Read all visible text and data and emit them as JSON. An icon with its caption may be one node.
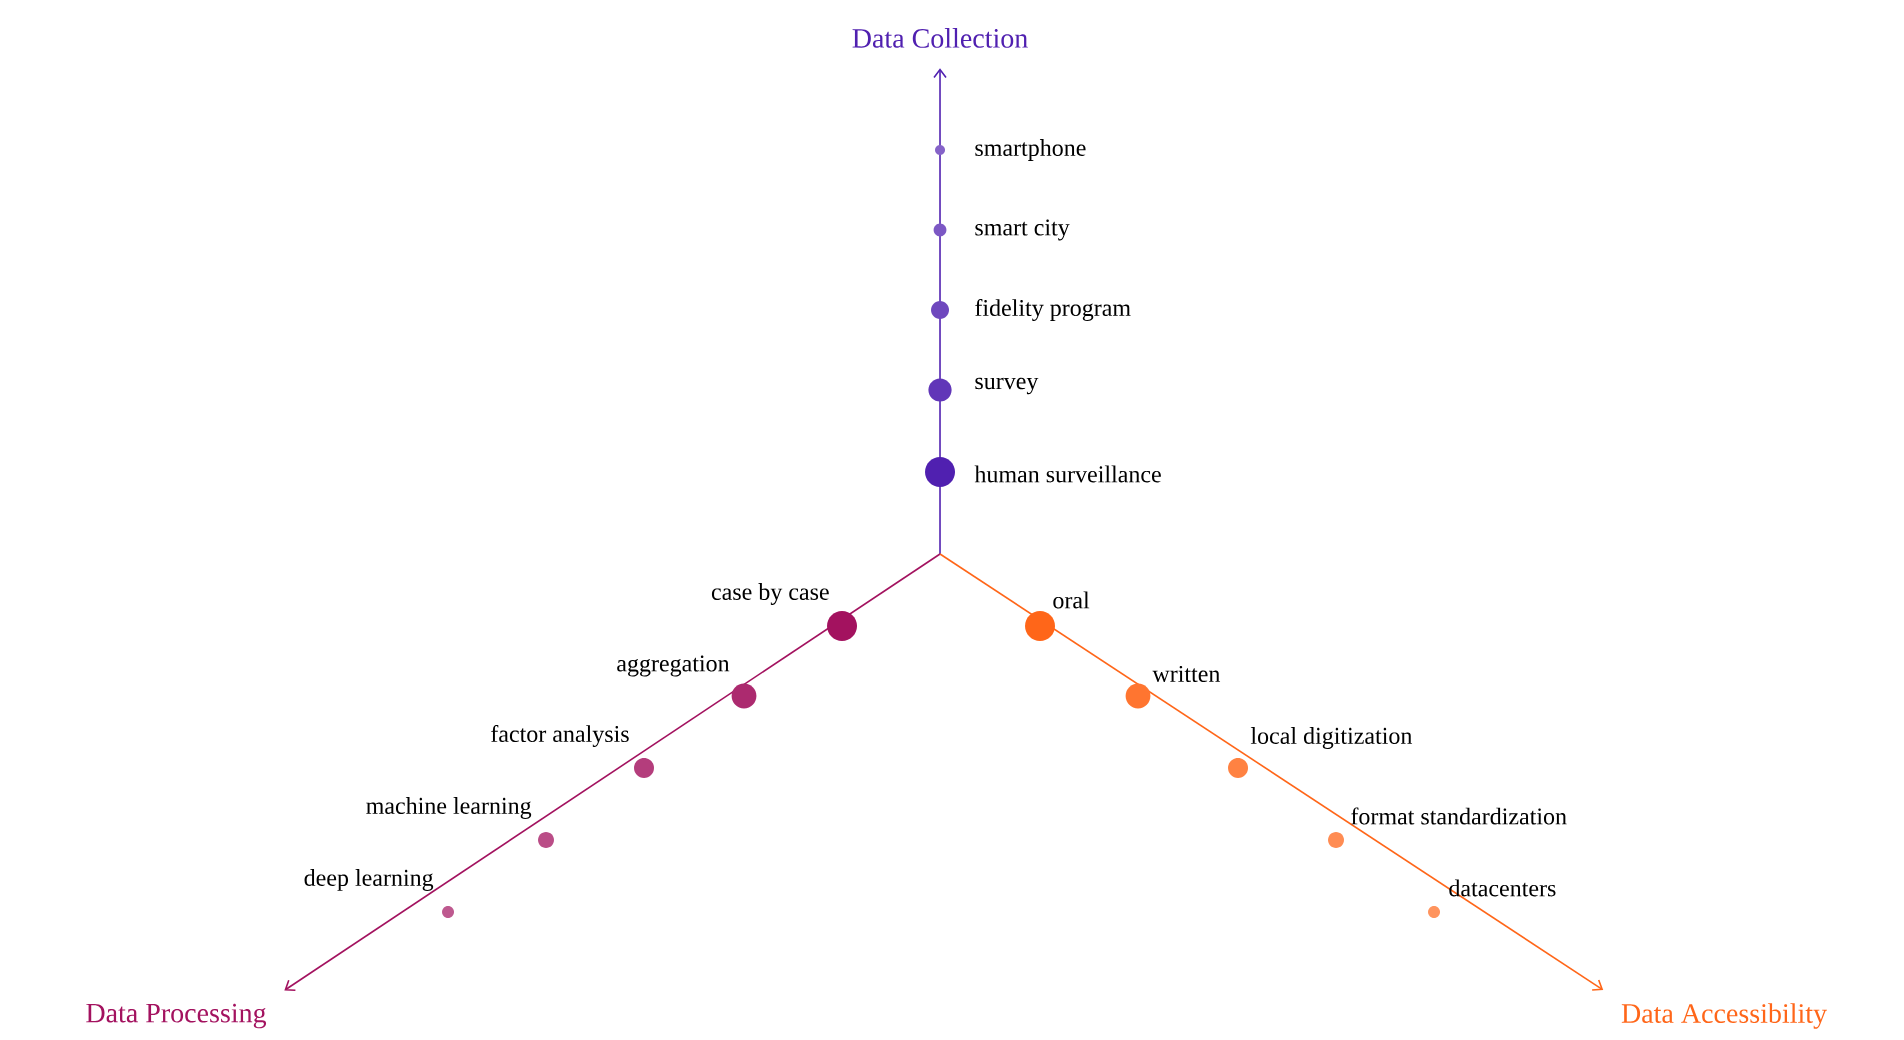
{
  "diagram": {
    "nodes": [
      {
        "text": [
          "Data Collection"
        ]
      },
      {
        "text": [
          "Data Processing"
        ]
      },
      {
        "text": [
          "Data Accessibility"
        ]
      }
    ],
    "edges": [
      {
        "from": null,
        "to": 0,
        "arrow": "to",
        "color": "#5020b0"
      },
      {
        "from": null,
        "to": 1,
        "arrow": "to",
        "color": "#a3125f"
      },
      {
        "from": null,
        "to": 2,
        "arrow": "to",
        "color": "#ff6619"
      }
    ],
    "labels": [
      "smartphone",
      "smart city",
      "fidelity program",
      "survey",
      "human surveillance",
      "case by case",
      "oral",
      "aggregation",
      "written",
      "factor analysis",
      "local digitization",
      "machine learning",
      "format standardization",
      "deep learning",
      "datacenters"
    ]
  }
}
